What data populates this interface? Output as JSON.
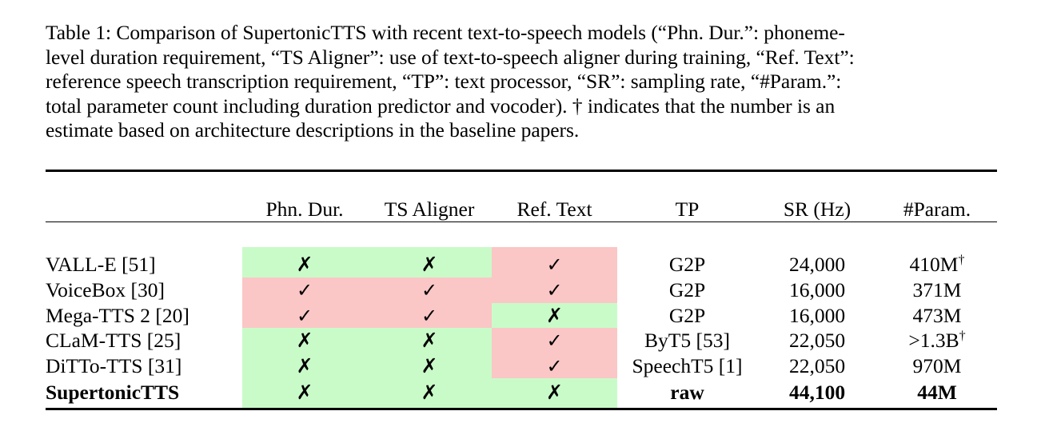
{
  "caption": {
    "lines": [
      "Table 1:  Comparison of SupertonicTTS with recent text-to-speech models (“Phn. Dur.”: phoneme-",
      "level duration requirement, “TS Aligner”: use of text-to-speech aligner during training, “Ref. Text”:",
      "reference speech transcription requirement, “TP”: text processor, “SR”: sampling rate, “#Param.”:",
      "total parameter count including duration predictor and vocoder). † indicates that the number is an",
      "estimate based on architecture descriptions in the baseline papers."
    ]
  },
  "table": {
    "headers": {
      "model": "",
      "phn_dur": "Phn. Dur.",
      "ts_aligner": "TS Aligner",
      "ref_text": "Ref. Text",
      "tp": "TP",
      "sr": "SR (Hz)",
      "param": "#Param."
    },
    "glyphs": {
      "check": "✓",
      "cross": "✗"
    },
    "colors": {
      "green": "#c9fbc9",
      "red": "#fbc6c6"
    },
    "rows": [
      {
        "model": "VALL-E [51]",
        "phn_dur": {
          "mark": "cross",
          "fill": "green"
        },
        "ts_aligner": {
          "mark": "cross",
          "fill": "green"
        },
        "ref_text": {
          "mark": "check",
          "fill": "red"
        },
        "tp": "G2P",
        "sr": "24,000",
        "param": "410M",
        "param_dagger": "†",
        "bold": false
      },
      {
        "model": "VoiceBox [30]",
        "phn_dur": {
          "mark": "check",
          "fill": "red"
        },
        "ts_aligner": {
          "mark": "check",
          "fill": "red"
        },
        "ref_text": {
          "mark": "check",
          "fill": "red"
        },
        "tp": "G2P",
        "sr": "16,000",
        "param": "371M",
        "param_dagger": "",
        "bold": false
      },
      {
        "model": "Mega-TTS 2 [20]",
        "phn_dur": {
          "mark": "check",
          "fill": "red"
        },
        "ts_aligner": {
          "mark": "check",
          "fill": "red"
        },
        "ref_text": {
          "mark": "cross",
          "fill": "green"
        },
        "tp": "G2P",
        "sr": "16,000",
        "param": "473M",
        "param_dagger": "",
        "bold": false
      },
      {
        "model": "CLaM-TTS [25]",
        "phn_dur": {
          "mark": "cross",
          "fill": "green"
        },
        "ts_aligner": {
          "mark": "cross",
          "fill": "green"
        },
        "ref_text": {
          "mark": "check",
          "fill": "red"
        },
        "tp": "ByT5 [53]",
        "sr": "22,050",
        "param": ">1.3B",
        "param_dagger": "†",
        "bold": false
      },
      {
        "model": "DiTTo-TTS [31]",
        "phn_dur": {
          "mark": "cross",
          "fill": "green"
        },
        "ts_aligner": {
          "mark": "cross",
          "fill": "green"
        },
        "ref_text": {
          "mark": "check",
          "fill": "red"
        },
        "tp": "SpeechT5 [1]",
        "sr": "22,050",
        "param": "970M",
        "param_dagger": "",
        "bold": false
      },
      {
        "model": "SupertonicTTS",
        "phn_dur": {
          "mark": "cross",
          "fill": "green"
        },
        "ts_aligner": {
          "mark": "cross",
          "fill": "green"
        },
        "ref_text": {
          "mark": "cross",
          "fill": "green"
        },
        "tp": "raw",
        "sr": "44,100",
        "param": "44M",
        "param_dagger": "",
        "bold": true
      }
    ]
  }
}
